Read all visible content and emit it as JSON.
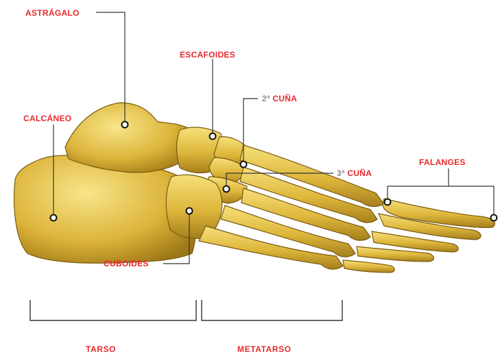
{
  "labels": {
    "astragalo": "ASTRÁGALO",
    "escafoides": "ESCAFOIDES",
    "segunda_cuna_num": "2ª",
    "segunda_cuna_text": "CUÑA",
    "calcaneo": "CALCÁNEO",
    "tercera_cuna_num": "3ª",
    "tercera_cuna_text": "CUÑA",
    "falanges": "FALANGES",
    "cuboides": "CUBOIDES"
  },
  "groups": {
    "tarso": "TARSO",
    "metatarso": "METATARSO"
  },
  "colors": {
    "label": "#e8282b",
    "ordinal": "#8e8e8e",
    "bone_light": "#f3d96a",
    "bone_mid": "#d9b236",
    "bone_dark": "#8c6a12",
    "line": "#333333"
  }
}
